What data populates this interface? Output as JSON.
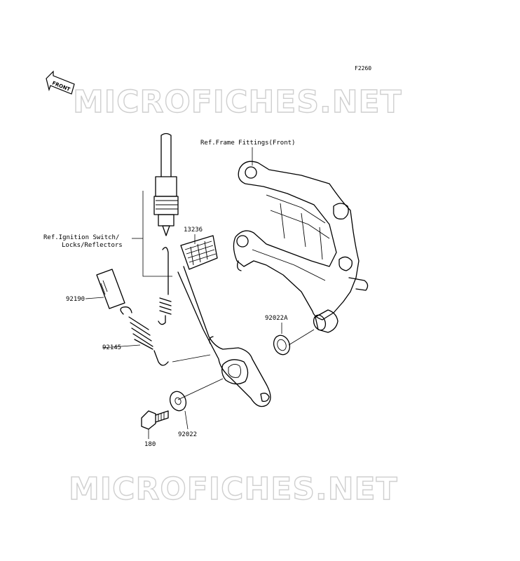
{
  "diagram_code": "F2260",
  "orientation_tag": "FRONT",
  "watermark_text": "MICROFICHES.NET",
  "callouts": {
    "frame_ref": "Ref.Frame Fittings(Front)",
    "ignition_ref_line1": "Ref.Ignition Switch/",
    "ignition_ref_line2": "Locks/Reflectors",
    "pedal": "13236",
    "sleeve": "92190",
    "spring": "92145",
    "washer_a": "92022A",
    "washer": "92022",
    "bolt": "180"
  },
  "colors": {
    "line": "#000000",
    "watermark": "#cfcfcf",
    "background": "#ffffff"
  }
}
